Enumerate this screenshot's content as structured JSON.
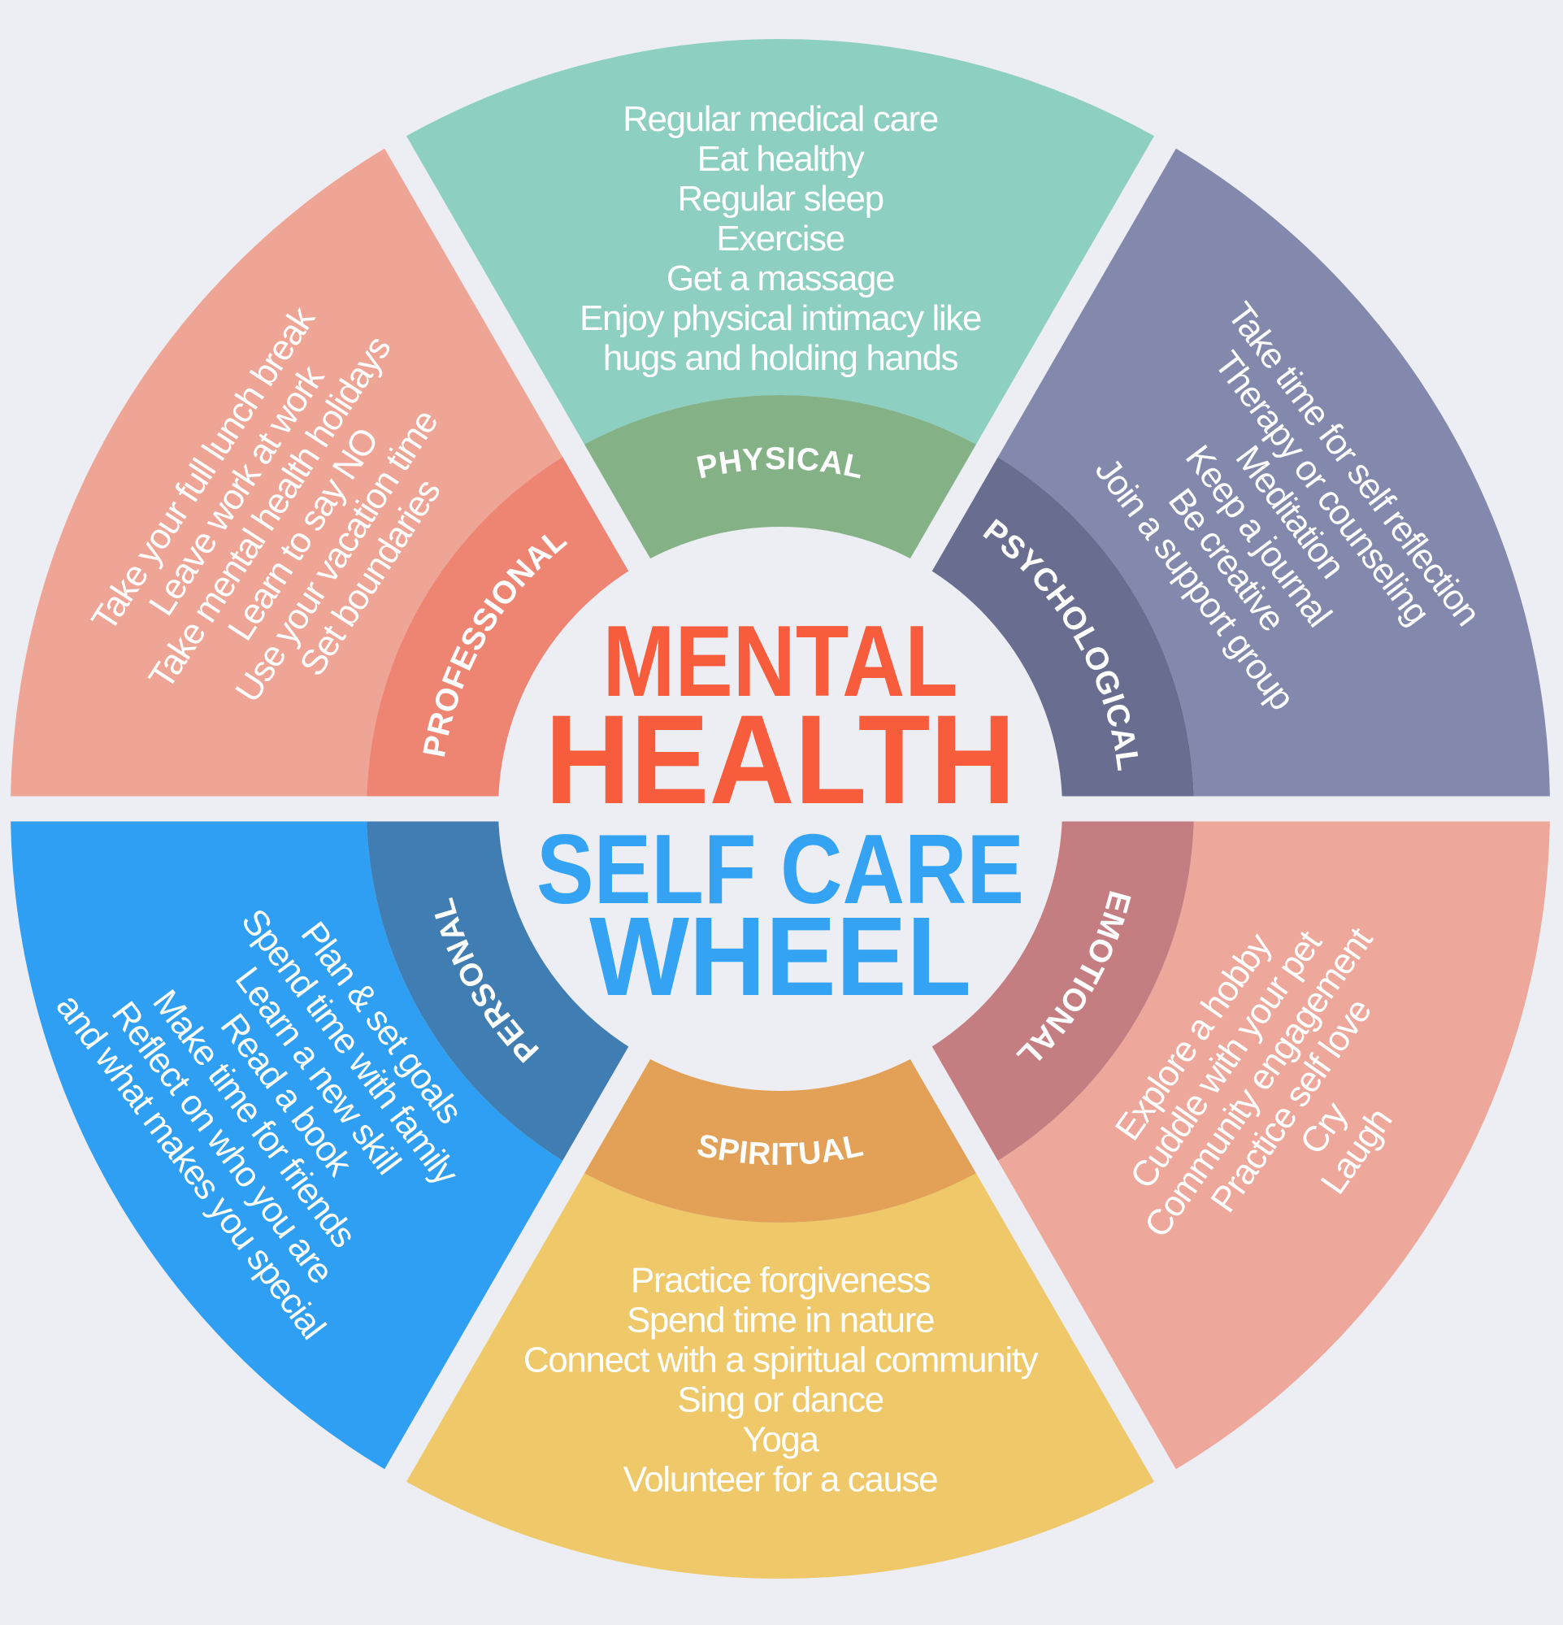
{
  "title": {
    "line1": "MENTAL",
    "line2": "HEALTH",
    "line3": "SELF CARE",
    "line4": "WHEEL",
    "color_top": "#F75C3C",
    "color_bottom": "#35A3F4"
  },
  "background_color": "#ECEEF3",
  "sectors": [
    {
      "id": "physical",
      "label": "PHYSICAL",
      "outer_color": "#8DCFC0",
      "inner_color": "#84B286",
      "tips": [
        "Regular medical care",
        "Eat healthy",
        "Regular sleep",
        "Exercise",
        "Get a massage",
        "Enjoy physical intimacy like",
        "hugs and holding hands"
      ]
    },
    {
      "id": "psychological",
      "label": "PSYCHOLOGICAL",
      "outer_color": "#8289AD",
      "inner_color": "#696E90",
      "tips": [
        "Take time for self reflection",
        "Therapy or counseling",
        "Meditation",
        "Keep a journal",
        "Be creative",
        "Join a support group"
      ]
    },
    {
      "id": "emotional",
      "label": "EMOTIONAL",
      "outer_color": "#EDA89B",
      "inner_color": "#C47E82",
      "tips": [
        "Explore a hobby",
        "Cuddle with your pet",
        "Community engagement",
        "Practice self love",
        "Cry",
        "Laugh"
      ]
    },
    {
      "id": "spiritual",
      "label": "SPIRITUAL",
      "outer_color": "#EFC869",
      "inner_color": "#E2A157",
      "tips": [
        "Practice forgiveness",
        "Spend time in nature",
        "Connect with a spiritual community",
        "Sing or dance",
        "Yoga",
        "Volunteer for a cause"
      ]
    },
    {
      "id": "personal",
      "label": "PERSONAL",
      "outer_color": "#2E9FF3",
      "inner_color": "#3F7DB3",
      "tips": [
        "Plan & set goals",
        "Spend time with family",
        "Learn a new skill",
        "Read a book",
        "Make time for friends",
        "Reflect on who you are",
        "and what makes you special"
      ]
    },
    {
      "id": "professional",
      "label": "PROFESSIONAL",
      "outer_color": "#EFA595",
      "inner_color": "#EE8573",
      "tips": [
        "Take your full lunch break",
        "Leave work at work",
        "Take mental health holidays",
        "Learn to say NO",
        "Use your vacation time",
        "Set boundaries"
      ]
    }
  ]
}
